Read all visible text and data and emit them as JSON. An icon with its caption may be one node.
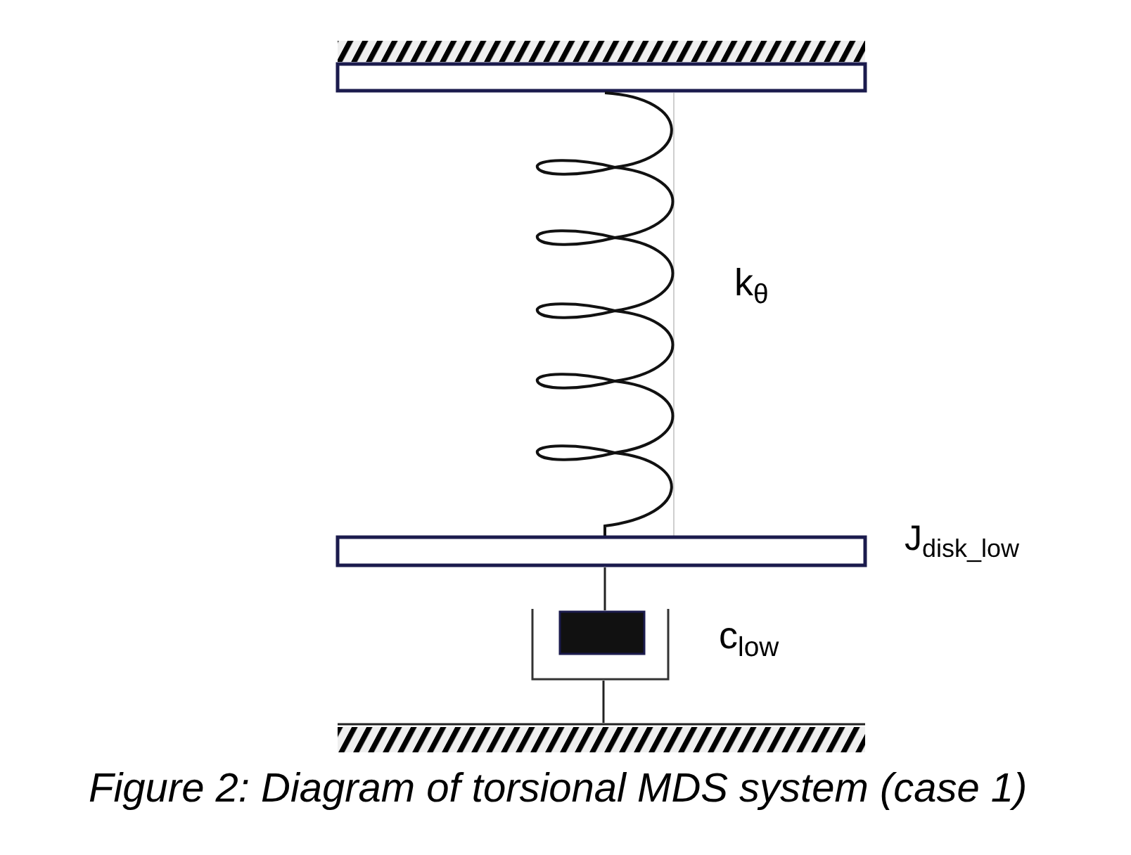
{
  "diagram": {
    "caption": "Figure 2: Diagram of torsional MDS system (case 1)",
    "labels": [
      "k$_{θ}$",
      "J$_{disk_low}$",
      "c$_{low}$"
    ]
  }
}
